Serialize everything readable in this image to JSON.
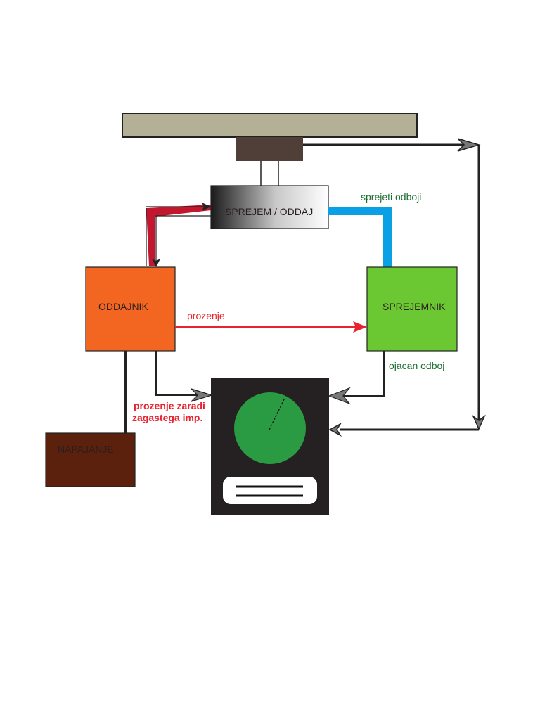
{
  "boxes": {
    "transceiver": "SPREJEM / ODDAJ",
    "transmitter": "ODDAJNIK",
    "receiver": "SPREJEMNIK",
    "power": "NAPAJANJE"
  },
  "notes": {
    "received_reflections": "sprejeti odboji",
    "amplified_reflection": "ojacan odboj",
    "leakage": "prozenje",
    "leakage_delay_line1": "prozenje zaradi",
    "leakage_delay_line2": "zagastega imp."
  },
  "colors": {
    "antenna": "#b4b095",
    "antenna_mount": "#4f3f38",
    "transmitter": "#f26622",
    "receiver": "#6cc832",
    "power": "#5c210c",
    "display": "#252122",
    "radar_screen": "#2a9a43",
    "received_line": "#0aa0e6",
    "leakage_line": "#e8232f"
  }
}
